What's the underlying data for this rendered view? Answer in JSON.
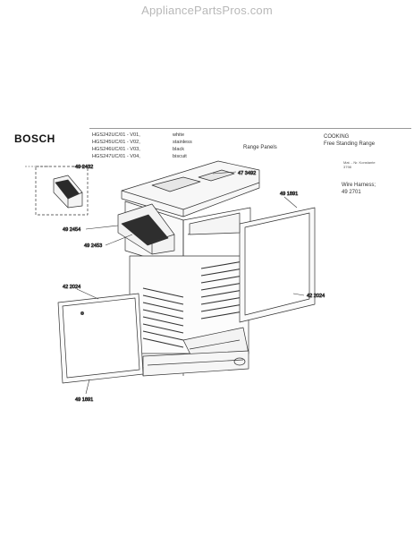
{
  "watermark": "AppliancePartsPros.com",
  "header": {
    "brand": "BOSCH",
    "models": [
      "HGS242UC/01 - V01,",
      "HGS245UC/01 - V02,",
      "HGS246UC/01 - V03,",
      "HGS247UC/01 - V04,"
    ],
    "colors": [
      "white",
      "stainless",
      "black",
      "biscuit"
    ],
    "section_title": "Range Panels",
    "category_line1": "COOKING",
    "category_line2": "Free Standing Range",
    "revision": "Mat. - Nr. Konstante\n3798",
    "wire_harness_label": "Wire Harness;",
    "wire_harness_part": "49 2701"
  },
  "parts": {
    "p492432": "49 2432",
    "p473492": "47 3492",
    "p491891_top": "49 1891",
    "p492454": "49 2454",
    "p492453": "49 2453",
    "p422024_left": "42 2024",
    "p422024_right": "42 2024",
    "p491891_bottom": "49 1891"
  }
}
